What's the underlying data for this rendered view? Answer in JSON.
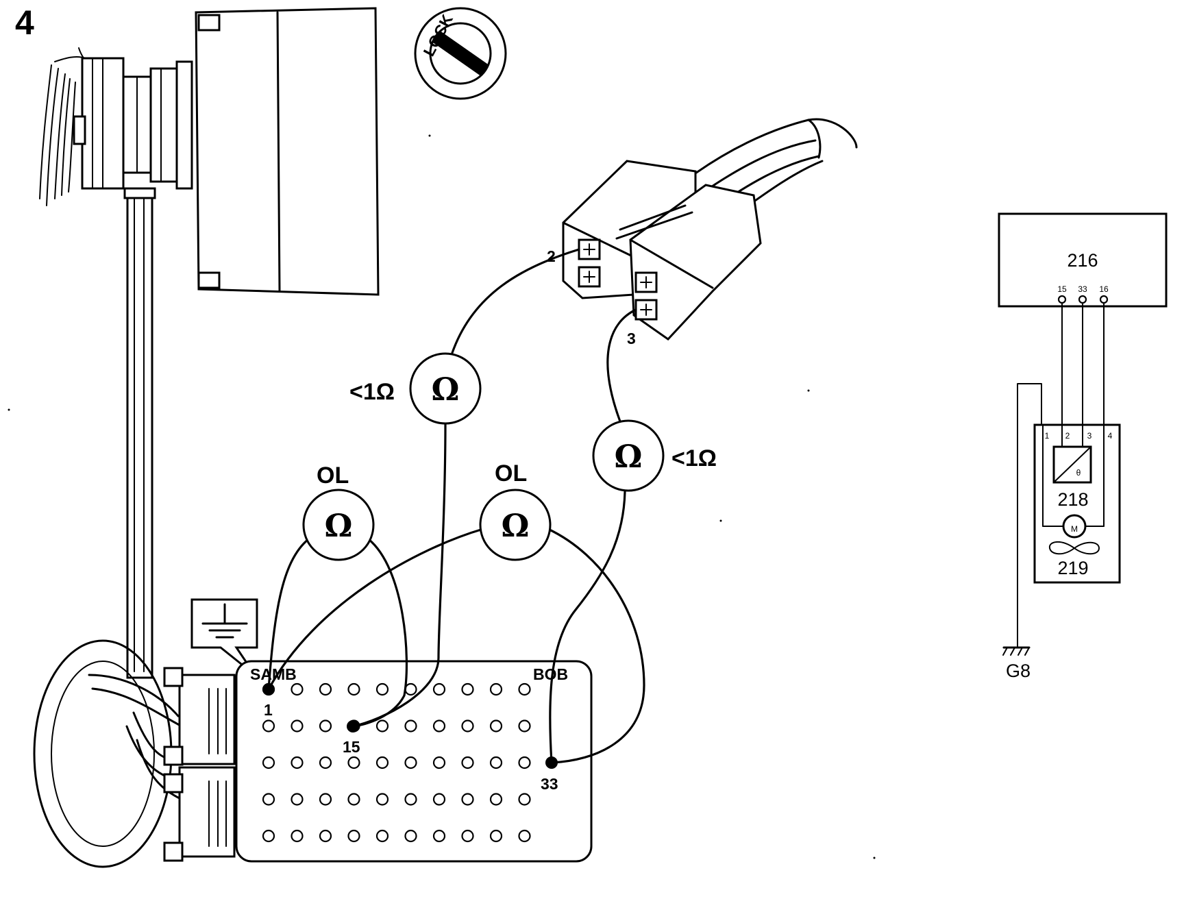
{
  "figure": {
    "step_number": "4"
  },
  "ignition": {
    "lock_text": "LOCK"
  },
  "connector": {
    "pin_a": "2",
    "pin_b": "3"
  },
  "meters": [
    {
      "id": "m1",
      "symbol": "Ω",
      "reading": "<1Ω"
    },
    {
      "id": "m2",
      "symbol": "Ω",
      "reading": "<1Ω"
    },
    {
      "id": "m3",
      "symbol": "Ω",
      "reading": "OL"
    },
    {
      "id": "m4",
      "symbol": "Ω",
      "reading": "OL"
    }
  ],
  "breakout_box": {
    "label_left": "SAMB",
    "label_right": "BOB",
    "pins": [
      "1",
      "15",
      "33"
    ]
  },
  "schematic": {
    "module_label": "216",
    "module_pins": [
      "15",
      "33",
      "16"
    ],
    "component_pins": [
      "1",
      "2",
      "3",
      "4"
    ],
    "sensor_mark": "θ",
    "sensor_label": "218",
    "motor_symbol": "M",
    "motor_label": "219",
    "ground_label": "G8"
  }
}
